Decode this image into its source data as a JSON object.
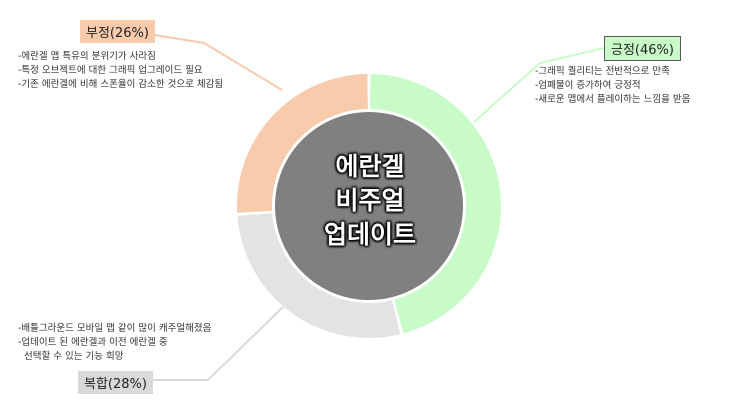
{
  "chart_data": {
    "type": "donut",
    "center_title": [
      "에란겔",
      "비주얼",
      "업데이트"
    ],
    "series": [
      {
        "label": "긍정(46%)",
        "value": 46,
        "color": "#c9fbc9",
        "label_bg": "#c9fbc9",
        "notes": [
          "-그래픽 퀄리티는 전반적으로 만족",
          "-엄폐물이 증가하여 긍정적",
          "-새로운 맵에서 플레이하는 느낌을 받음"
        ]
      },
      {
        "label": "복합(28%)",
        "value": 28,
        "color": "#e3e3e3",
        "label_bg": "#d9d9d9",
        "notes": [
          "-배틀그라운드 모바일 맵 같이 많이 캐주얼해졌음",
          "-업데이트 된 에란겔과 이전 에란겔 중",
          "  선택할 수 있는 기능 희망"
        ]
      },
      {
        "label": "부정(26%)",
        "value": 26,
        "color": "#f8cbad",
        "label_bg": "#f8cbad",
        "notes": [
          "-에란겔 맵 특유의 분위기가 사라짐",
          "-특정 오브젝트에 대한 그래픽 업그레이드 필요",
          "-기존 에란겔에 비해 스폰율이 감소한 것으로 체감됨"
        ]
      }
    ],
    "inner_color": "#808080",
    "ring_gap_color": "#ffffff"
  }
}
